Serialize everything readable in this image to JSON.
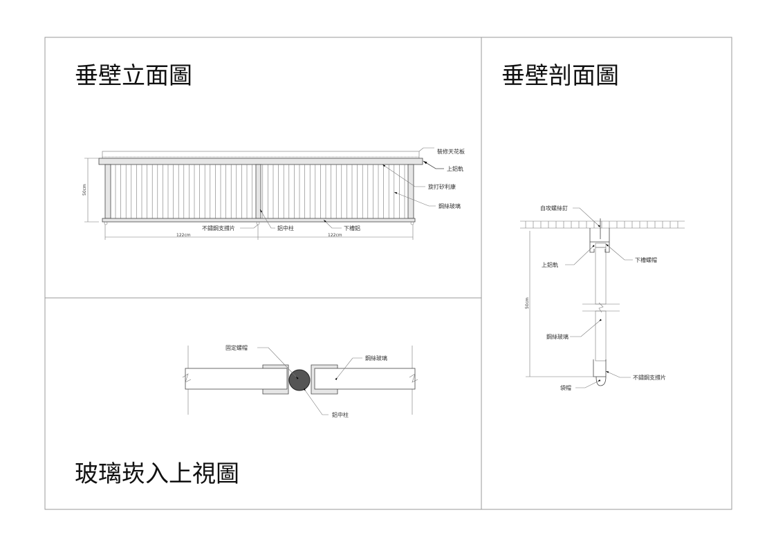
{
  "titles": {
    "elevation": "垂壁立面圖",
    "section": "垂壁剖面圖",
    "plan": "玻璃崁入上視圖"
  },
  "elevation": {
    "labels": {
      "ceiling": "裝修天花板",
      "upper_rail": "上鋁軌",
      "silicone": "旋打矽利康",
      "wire_glass": "鋼絲玻璃",
      "support": "不鏽鋼支撐片",
      "center_post": "鋁中柱",
      "lower_channel": "下槽鋁"
    },
    "dims": {
      "height": "50cm",
      "span_left": "122cm",
      "span_right": "122cm"
    }
  },
  "section": {
    "labels": {
      "screw": "自攻螺絲釘",
      "upper_rail": "上鋁軌",
      "nut": "下槽螺帽",
      "wire_glass": "鋼絲玻璃",
      "support": "不鏽鋼支撐片",
      "cap": "袋帽"
    },
    "dims": {
      "height": "50cm"
    }
  },
  "plan": {
    "labels": {
      "fixing_nut": "固定螺帽",
      "wire_glass": "鋼絲玻璃",
      "center_post": "鋁中柱"
    }
  }
}
